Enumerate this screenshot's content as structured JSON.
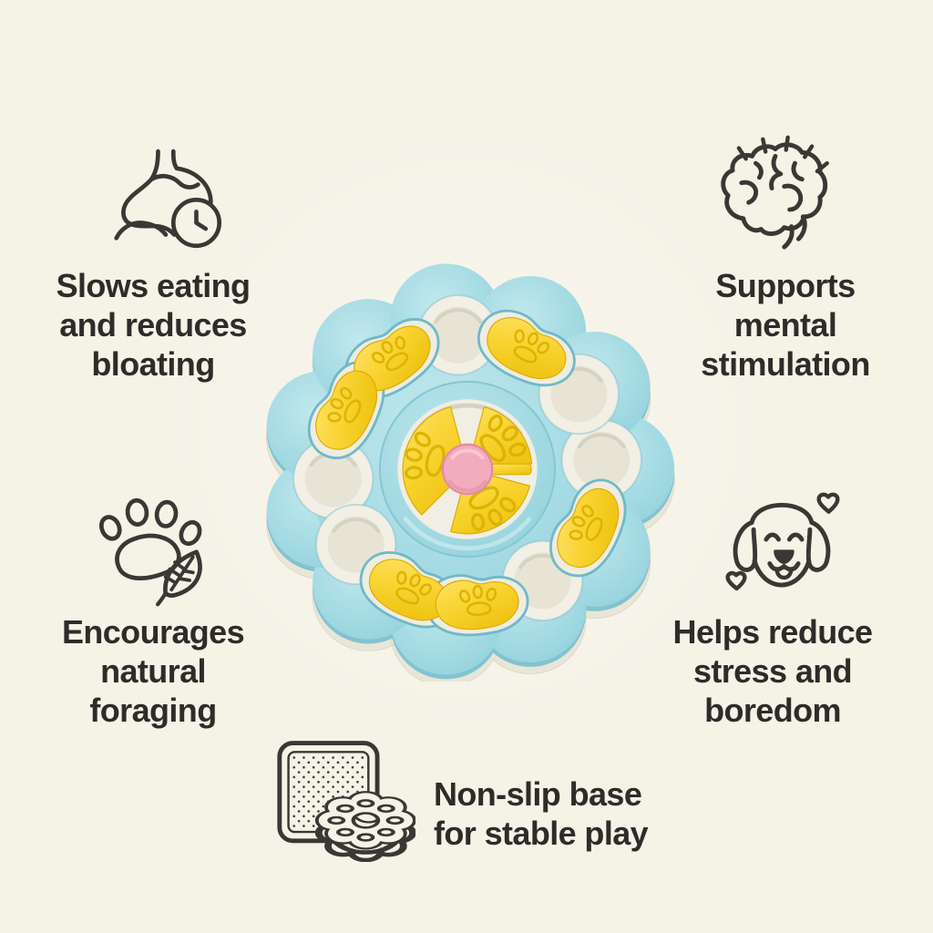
{
  "page": {
    "background_color": "#f5f2e6",
    "text_color": "#2e2c29",
    "icon_stroke_color": "#3a3734"
  },
  "features": [
    {
      "name": "slows-eating",
      "icon": "stomach-clock-icon",
      "lines": [
        "Slows eating",
        "and reduces",
        "bloating"
      ]
    },
    {
      "name": "mental-stimulation",
      "icon": "brain-icon",
      "lines": [
        "Supports",
        "mental",
        "stimulation"
      ]
    },
    {
      "name": "natural-foraging",
      "icon": "paw-leaf-icon",
      "lines": [
        "Encourages",
        "natural",
        "foraging"
      ]
    },
    {
      "name": "stress-boredom",
      "icon": "dog-face-hearts-icon",
      "lines": [
        "Helps reduce",
        "stress and",
        "boredom"
      ]
    },
    {
      "name": "non-slip-base",
      "icon": "non-slip-mat-icon",
      "lines": [
        "Non-slip base",
        "for stable play"
      ]
    }
  ],
  "product": {
    "name": "dog-puzzle-feeder",
    "shape": "flower",
    "colors": {
      "body_blue": "#a7dce4",
      "body_blue_light": "#bfe7ec",
      "body_blue_shade": "#82c3d0",
      "base_white": "#e9e6d8",
      "well_white": "#f2efe4",
      "well_hole": "#e7e4d6",
      "slider_yellow": "#f8d22e",
      "slider_yellow_deep": "#eec217",
      "emboss_yellow": "#dcb405",
      "knob_pink": "#f3abbe",
      "knob_pink_shade": "#e18ca4"
    }
  }
}
